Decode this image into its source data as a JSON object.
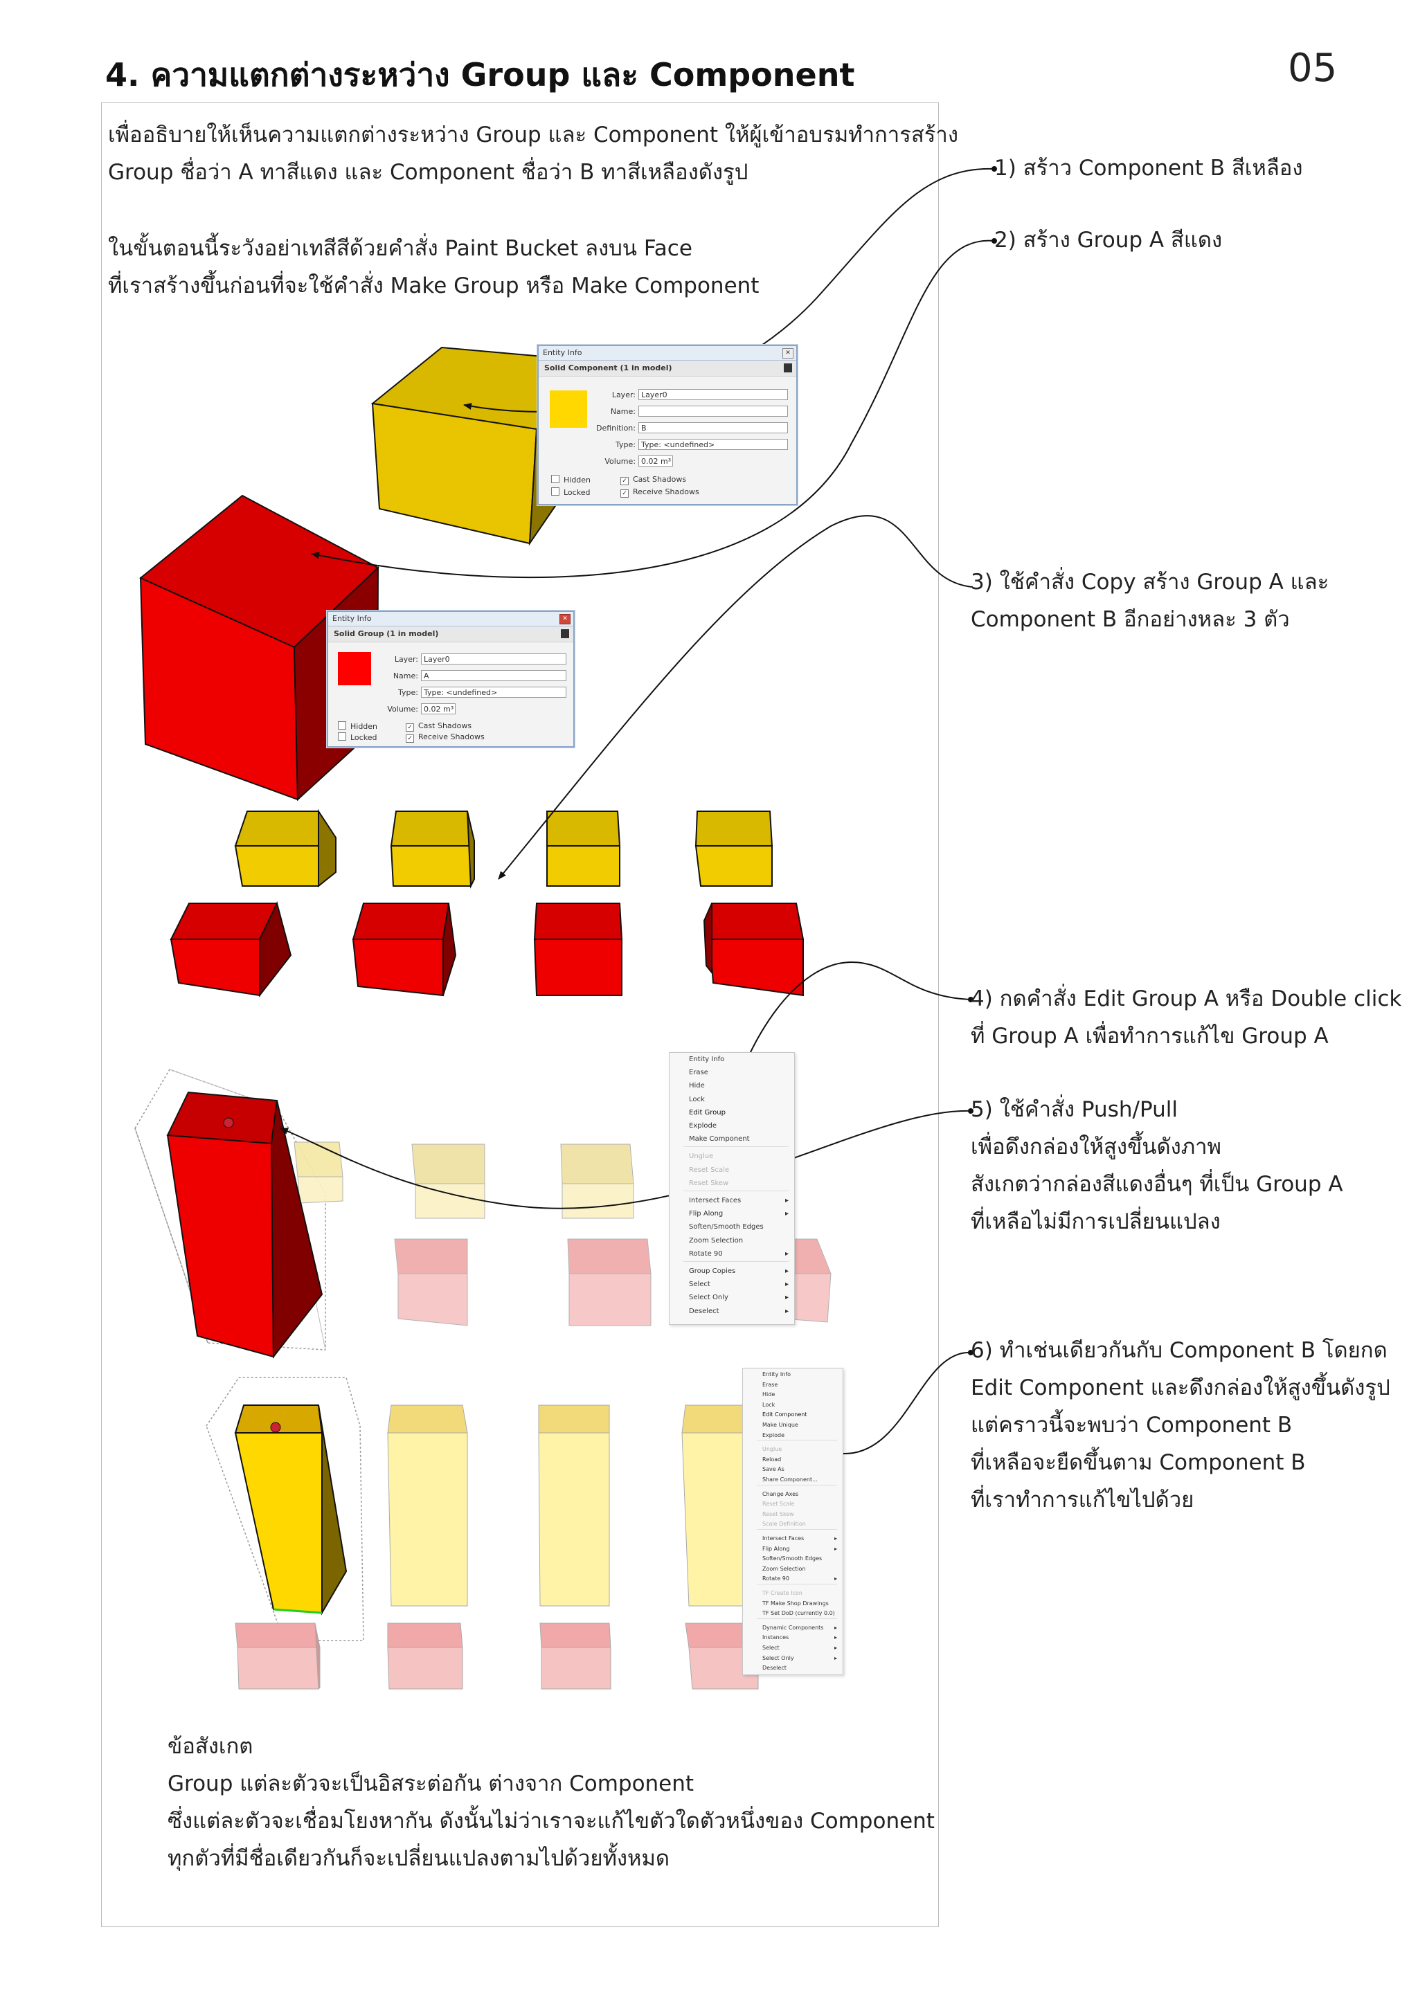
{
  "header": {
    "title": "4. ความแตกต่างระหว่าง Group และ Component",
    "page_number": "05"
  },
  "intro": {
    "line1": "เพื่ออธิบายให้เห็นความแตกต่างระหว่าง Group และ Component ให้ผู้เข้าอบรมทำการสร้าง",
    "line2": "Group ชื่อว่า A ทาสีแดง และ Component ชื่อว่า B ทาสีเหลืองดังรูป",
    "line3": "ในขั้นตอนนี้ระวังอย่าเทสีสีด้วยคำสั่ง Paint Bucket ลงบน Face",
    "line4": "ที่เราสร้างขึ้นก่อนที่จะใช้คำสั่ง Make Group หรือ Make Component"
  },
  "steps": {
    "s1": "1) สร้าว Component B สีเหลือง",
    "s2": "2) สร้าง Group A สีแดง",
    "s3": [
      "3) ใช้คำสั่ง Copy สร้าง Group A และ",
      "Component B อีกอย่างหละ 3 ตัว"
    ],
    "s4": [
      "4) กดคำสั่ง Edit Group A หรือ Double click",
      "ที่ Group A เพื่อทำการแก้ไข Group A"
    ],
    "s5": [
      "5) ใช้คำสั่ง Push/Pull",
      "เพื่อดึงกล่องให้สูงขึ้นดังภาพ",
      "สังเกตว่ากล่องสีแดงอื่นๆ ที่เป็น Group A",
      "ที่เหลือไม่มีการเปลี่ยนแปลง"
    ],
    "s6": [
      "6) ทำเช่นเดียวกันกับ Component B โดยกด",
      "Edit Component และดึงกล่องให้สูงขึ้นดังรูป",
      "แต่คราวนี้จะพบว่า Component B",
      "ที่เหลือจะยืดขึ้นตาม Component B",
      "ที่เราทำการแก้ไขไปด้วย"
    ]
  },
  "observation": {
    "heading": "ข้อสังเกต",
    "line1": "Group แต่ละตัวจะเป็นอิสระต่อกัน ต่างจาก Component",
    "line2": "ซึ่งแต่ละตัวจะเชื่อมโยงหากัน ดังนั้นไม่ว่าเราจะแก้ไขตัวใดตัวหนึ่งของ Component",
    "line3": "ทุกตัวที่มีชื่อเดียวกันก็จะเปลี่ยนแปลงตามไปด้วยทั้งหมด"
  },
  "dialog_component": {
    "title": "Entity Info",
    "header": "Solid Component (1 in model)",
    "layer_label": "Layer:",
    "layer_value": "Layer0",
    "name_label": "Name:",
    "name_value": "",
    "definition_label": "Definition:",
    "definition_value": "B",
    "type_label": "Type:",
    "type_value": "Type: <undefined>",
    "volume_label": "Volume:",
    "volume_value": "0.02 m³",
    "hidden": "Hidden",
    "locked": "Locked",
    "cast": "Cast Shadows",
    "receive": "Receive Shadows",
    "color": "#ffd800"
  },
  "dialog_group": {
    "title": "Entity Info",
    "header": "Solid Group (1 in model)",
    "layer_label": "Layer:",
    "layer_value": "Layer0",
    "name_label": "Name:",
    "name_value": "A",
    "type_label": "Type:",
    "type_value": "Type: <undefined>",
    "volume_label": "Volume:",
    "volume_value": "0.02 m³",
    "hidden": "Hidden",
    "locked": "Locked",
    "cast": "Cast Shadows",
    "receive": "Receive Shadows",
    "color": "#ff0000"
  },
  "menu_group": [
    "Entity Info",
    "Erase",
    "Hide",
    "Lock",
    "Edit Group",
    "Explode",
    "Make Component",
    "Unglue",
    "Reset Scale",
    "Reset Skew",
    "Intersect Faces",
    "Flip Along",
    "Soften/Smooth Edges",
    "Zoom Selection",
    "Rotate 90",
    "Group Copies",
    "Select",
    "Select Only",
    "Deselect"
  ],
  "menu_component": [
    "Entity Info",
    "Erase",
    "Hide",
    "Lock",
    "Edit Component",
    "Make Unique",
    "Explode",
    "Unglue",
    "Reload",
    "Save As",
    "Share Component...",
    "Change Axes",
    "Reset Scale",
    "Reset Skew",
    "Scale Definition",
    "Intersect Faces",
    "Flip Along",
    "Soften/Smooth Edges",
    "Zoom Selection",
    "Rotate 90",
    "TF Create Icon",
    "TF Make Shop Drawings",
    "TF Set DoD (currently 0.0)",
    "Dynamic Components",
    "Instances",
    "Select",
    "Select Only",
    "Deselect"
  ],
  "colors": {
    "red": "#ff0000",
    "yellow": "#ffd800",
    "pale_yellow": "#fff7b8",
    "pink": "#f4b7b7"
  }
}
